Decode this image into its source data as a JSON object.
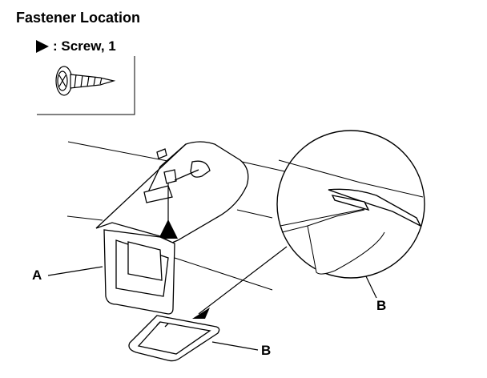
{
  "header": {
    "title": "Fastener Location",
    "legend": {
      "icon": "triangle-arrow-icon",
      "label": ": Screw, 1"
    }
  },
  "callouts": {
    "a": "A",
    "b_top": "B",
    "b_bottom": "B"
  },
  "colors": {
    "ink": "#000000",
    "paper": "#ffffff"
  }
}
